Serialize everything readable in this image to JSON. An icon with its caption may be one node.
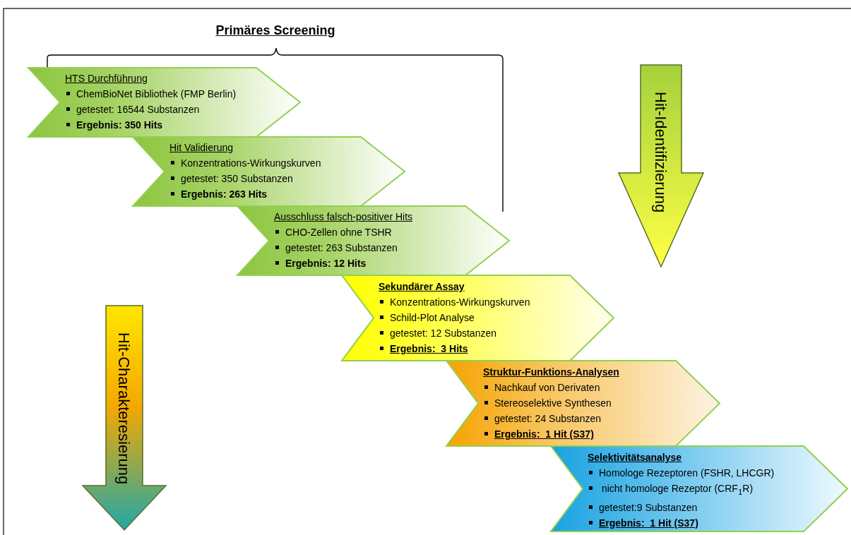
{
  "diagram": {
    "title": "Primäres Screening",
    "nodes": [
      {
        "text": [
          "HTS Durchführung",
          "ChemBioNet Bibliothek (FMP Berlin)",
          "getestet: 16544 Substanzen",
          "Ergebnis: 350 Hits"
        ]
      },
      {
        "text": [
          "Hit Validierung",
          "Konzentrations-Wirkungskurven",
          "getestet: 350 Substanzen",
          "Ergebnis: 263 Hits"
        ]
      },
      {
        "text": [
          "Ausschluss falsch-positiver Hits",
          "CHO-Zellen ohne TSHR",
          "getestet: 263 Substanzen",
          "Ergebnis: 12 Hits"
        ]
      },
      {
        "text": [
          "Sekundärer Assay",
          "Konzentrations-Wirkungskurven",
          "Schild-Plot Analyse",
          "getestet: 12 Substanzen",
          "Ergebnis:  3 Hits"
        ]
      },
      {
        "text": [
          "Struktur-Funktions-Analysen",
          "Nachkauf von Derivaten",
          "Stereoselektive Synthesen",
          "getestet: 24 Substanzen",
          "Ergebnis:  1 Hit (S37)"
        ]
      },
      {
        "text": [
          "Selektivitätsanalyse",
          "Homologe Rezeptoren (FSHR, LHCGR)",
          " nicht homologe Rezeptor (CRF$_{1}$R)",
          "getestet:9 Substanzen",
          "Ergebnis:  1 Hit (S37)"
        ]
      },
      {
        "text": [
          "Hit-Identifizierung"
        ]
      },
      {
        "text": [
          "Hit-Charakteresierung"
        ]
      }
    ]
  }
}
